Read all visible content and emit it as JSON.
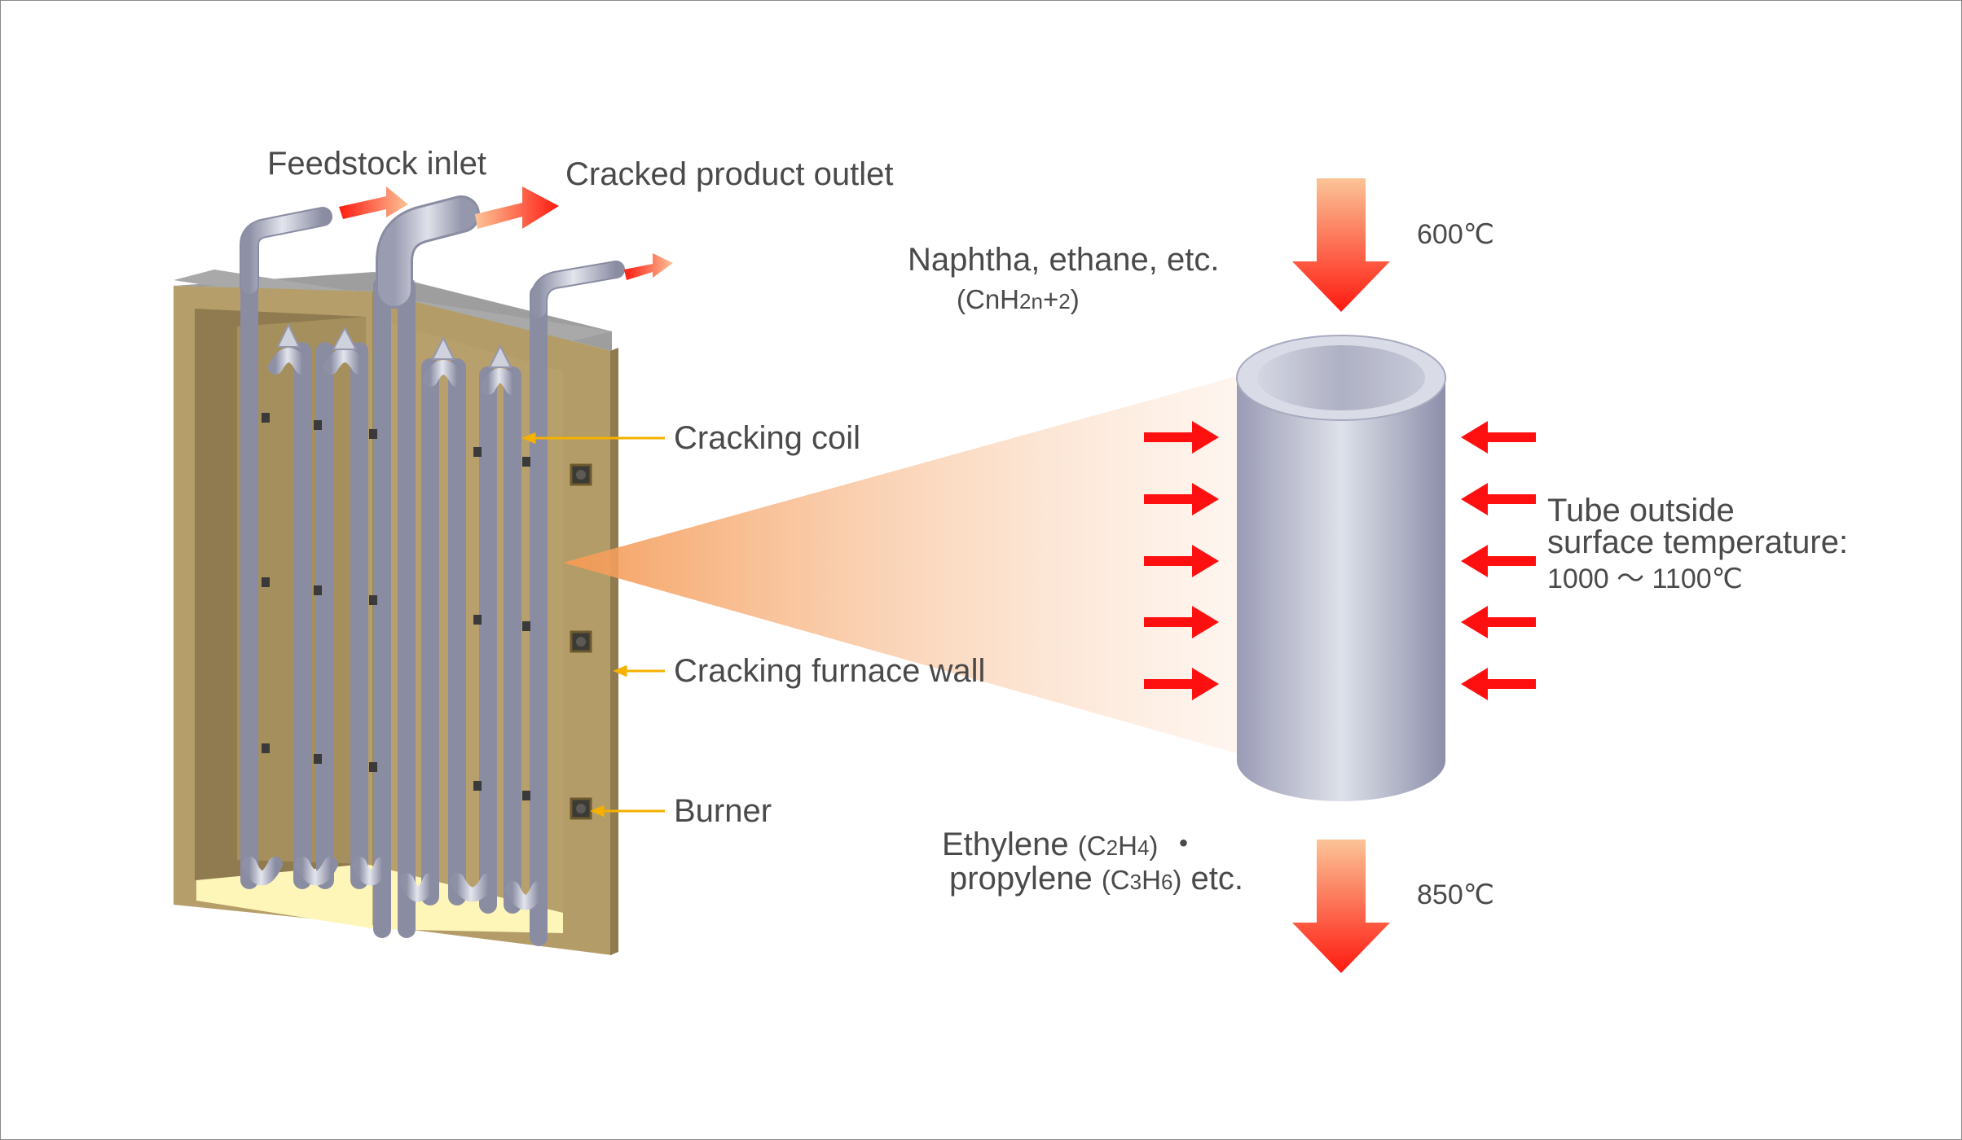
{
  "labels": {
    "feedstock_inlet": "Feedstock inlet",
    "cracked_product_outlet": "Cracked product outlet",
    "cracking_coil": "Cracking coil",
    "cracking_furnace_wall": "Cracking furnace wall",
    "burner": "Burner",
    "naphtha": "Naphtha, ethane, etc.",
    "feed_formula": {
      "open": "(CnH",
      "sub1": "2n",
      "mid": "+",
      "sub2": "2",
      "close": ")"
    },
    "inlet_temp": "600℃",
    "outlet_temp": "850℃",
    "tube_temp_line1": "Tube outside",
    "tube_temp_line2": "surface temperature:",
    "tube_temp_line3": "1000 ～ 1100℃",
    "ethylene": "Ethylene",
    "ethylene_formula": {
      "open": "(C",
      "s1": "2",
      "mid": "H",
      "s2": "4",
      "close": ")"
    },
    "ethylene_dot": "・",
    "propylene": "propylene",
    "propylene_formula": {
      "open": "(C",
      "s1": "3",
      "mid": "H",
      "s2": "6",
      "close": ")"
    },
    "etc": "etc."
  },
  "colors": {
    "wall_outer": "#b59e6a",
    "wall_dark": "#8f7b4f",
    "wall_top": "#a3a3a3",
    "floor": "#fdf6b8",
    "pipe": "#c4c6d6",
    "arrow_red": "#ff1010",
    "arrow_gradient_top": "#fbbf8f",
    "leader_line": "#f5b000",
    "text": "#4a4a4a"
  },
  "icons": {
    "heat_arrow": "right-arrow-icon",
    "flow_arrow": "down-arrow-icon",
    "burner": "burner-icon"
  }
}
